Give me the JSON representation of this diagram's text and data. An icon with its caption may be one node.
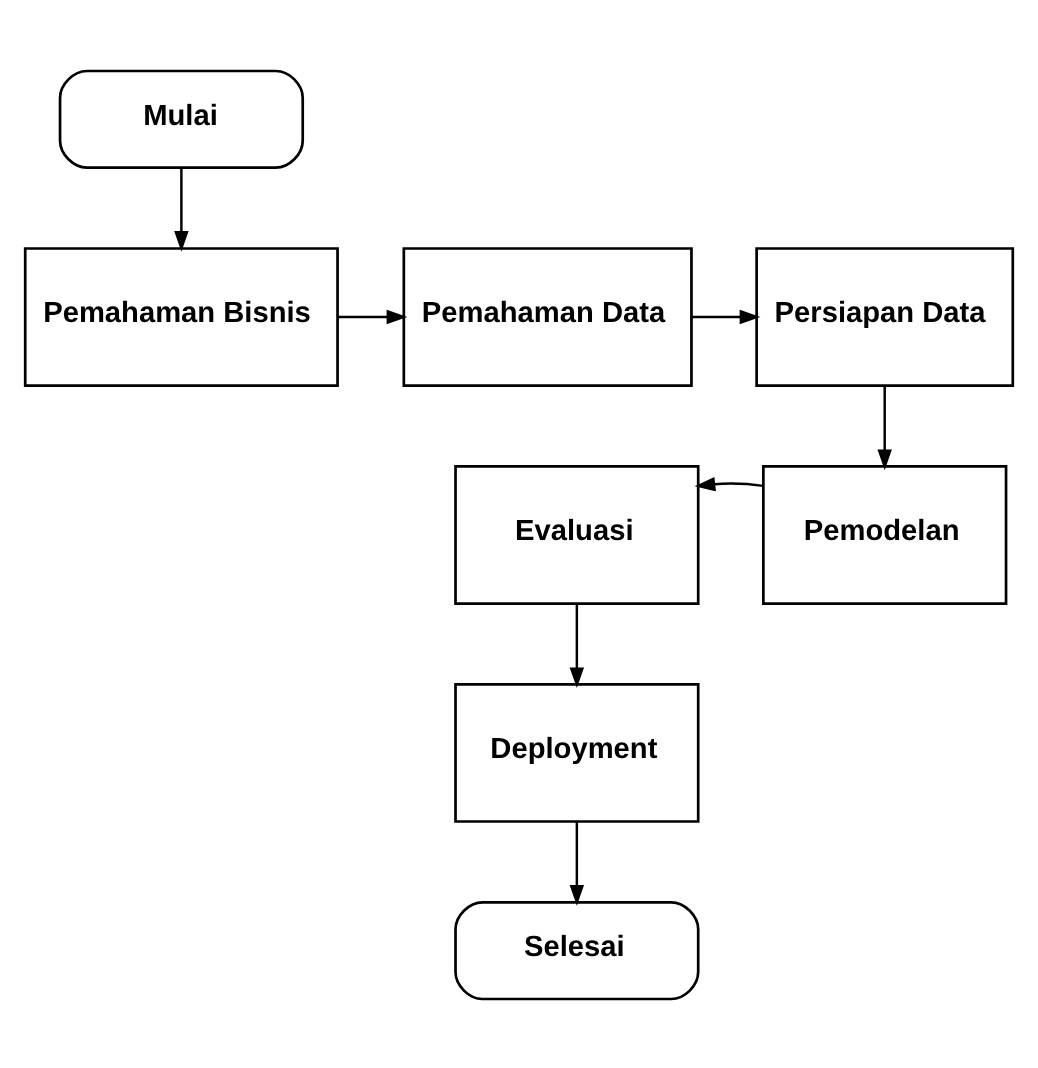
{
  "diagram": {
    "nodes": [
      {
        "text": [
          "Mulai"
        ]
      },
      {
        "text": [
          "Pemahaman Bisnis"
        ]
      },
      {
        "text": [
          "Pemahaman Data"
        ]
      },
      {
        "text": [
          "Persiapan Data"
        ]
      },
      {
        "text": [
          "Evaluasi"
        ]
      },
      {
        "text": [
          "Pemodelan"
        ]
      },
      {
        "text": [
          "Deployment"
        ]
      },
      {
        "text": [
          "Selesai"
        ]
      }
    ],
    "edges": [
      {
        "from": 0,
        "to": 1,
        "arrow": "to"
      },
      {
        "from": 1,
        "to": 2,
        "arrow": "to"
      },
      {
        "from": 2,
        "to": 3,
        "arrow": "to"
      },
      {
        "from": 3,
        "to": 5,
        "arrow": "to"
      },
      {
        "from": 5,
        "to": 4,
        "arrow": "to"
      },
      {
        "from": 4,
        "to": 6,
        "arrow": "to"
      },
      {
        "from": 6,
        "to": 7,
        "arrow": "to"
      }
    ]
  }
}
